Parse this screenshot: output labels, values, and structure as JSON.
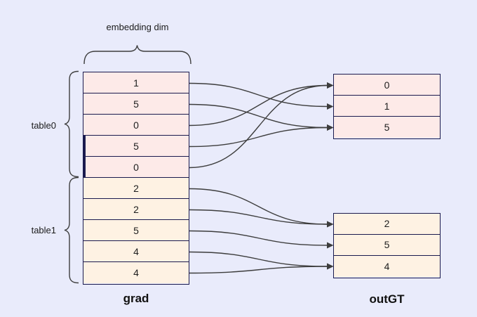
{
  "colors": {
    "background": "#e9ebfb",
    "table0_fill": "#fdeae8",
    "table1_fill": "#fef2e3",
    "border": "#1a1a4e",
    "connector": "#3d3d3d",
    "text": "#1e1e1e"
  },
  "labels": {
    "embedding_dim": "embedding dim",
    "table0": "table0",
    "table1": "table1",
    "grad": "grad",
    "outGT": "outGT"
  },
  "grad": {
    "caption": "grad",
    "groups": [
      {
        "name": "table0",
        "values": [
          "1",
          "5",
          "0",
          "5",
          "0"
        ]
      },
      {
        "name": "table1",
        "values": [
          "2",
          "2",
          "5",
          "4",
          "4"
        ]
      }
    ]
  },
  "out_tables": [
    {
      "name": "outGT_table0",
      "values": [
        "0",
        "1",
        "5"
      ]
    },
    {
      "name": "outGT_table1",
      "values": [
        "2",
        "5",
        "4"
      ]
    }
  ],
  "arrows": [
    {
      "from_grad_row": 0,
      "to_table": 0,
      "to_row": 1
    },
    {
      "from_grad_row": 1,
      "to_table": 0,
      "to_row": 2
    },
    {
      "from_grad_row": 2,
      "to_table": 0,
      "to_row": 0
    },
    {
      "from_grad_row": 3,
      "to_table": 0,
      "to_row": 2
    },
    {
      "from_grad_row": 4,
      "to_table": 0,
      "to_row": 0
    },
    {
      "from_grad_row": 5,
      "to_table": 1,
      "to_row": 0
    },
    {
      "from_grad_row": 6,
      "to_table": 1,
      "to_row": 0
    },
    {
      "from_grad_row": 7,
      "to_table": 1,
      "to_row": 1
    },
    {
      "from_grad_row": 8,
      "to_table": 1,
      "to_row": 2
    },
    {
      "from_grad_row": 9,
      "to_table": 1,
      "to_row": 2
    }
  ]
}
